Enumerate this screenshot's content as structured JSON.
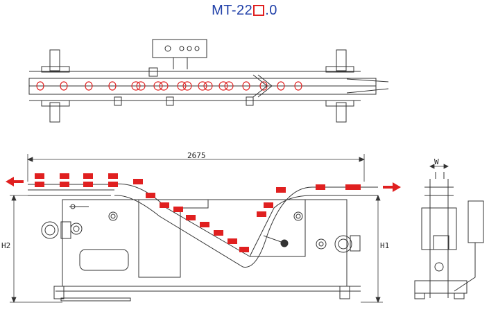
{
  "title": {
    "prefix": "MT-22",
    "suffix": ".0",
    "accent_color": "#e02020",
    "title_color": "#1f3fa8"
  },
  "dimensions": {
    "length": "2675",
    "width_label": "W",
    "h1_label": "H1",
    "h2_label": "H2"
  },
  "colors": {
    "line": "#333333",
    "highlight": "#e02020"
  },
  "icons": [
    "flow-out-arrow",
    "flow-in-arrow",
    "control-box",
    "bearing-wheel"
  ]
}
